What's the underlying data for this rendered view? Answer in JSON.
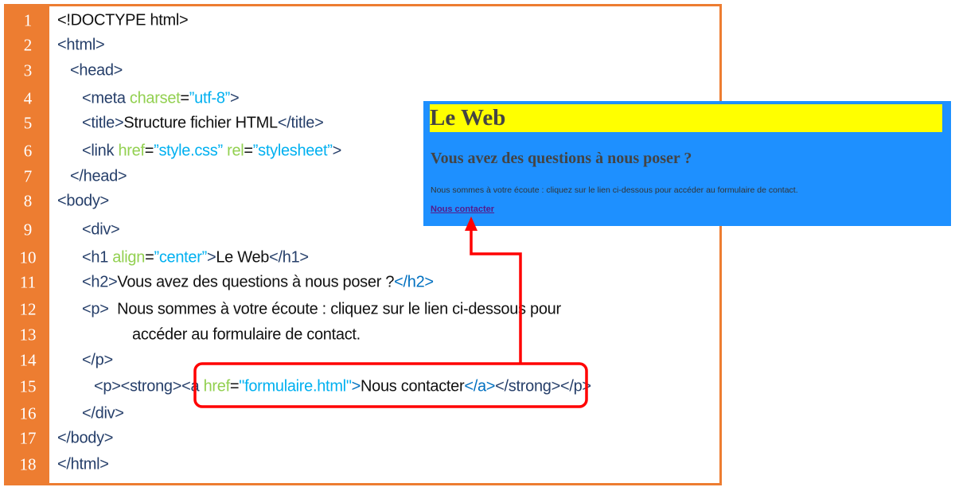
{
  "line_numbers": [
    "1",
    "2",
    "3",
    "4",
    "5",
    "6",
    "7",
    "8",
    "9",
    "10",
    "11",
    "12",
    "13",
    "14",
    "15",
    "16",
    "17",
    "18"
  ],
  "code_lines": [
    [
      [
        "<!DOCTYPE html>",
        "txt"
      ]
    ],
    [
      [
        "<html>",
        "tag"
      ]
    ],
    [
      [
        "<head>",
        "tag"
      ]
    ],
    [
      [
        "<meta ",
        "tag"
      ],
      [
        "charset",
        "attr"
      ],
      [
        "=",
        "txt"
      ],
      [
        "”utf-8”",
        "val"
      ],
      [
        ">",
        "tag"
      ]
    ],
    [
      [
        "<title>",
        "tag"
      ],
      [
        "Structure fichier HTML",
        "txt"
      ],
      [
        "</title>",
        "tag"
      ]
    ],
    [
      [
        "<link ",
        "tag"
      ],
      [
        "href",
        "attr"
      ],
      [
        "=",
        "txt"
      ],
      [
        "”style.css” ",
        "val"
      ],
      [
        "rel",
        "attr"
      ],
      [
        "=",
        "txt"
      ],
      [
        "”stylesheet”",
        "val"
      ],
      [
        ">",
        "tag"
      ]
    ],
    [
      [
        "</head>",
        "tag"
      ]
    ],
    [
      [
        "<body>",
        "tag"
      ]
    ],
    [
      [
        "<div>",
        "tag"
      ]
    ],
    [
      [
        "<h1 ",
        "tag"
      ],
      [
        "align",
        "attr"
      ],
      [
        "=",
        "txt"
      ],
      [
        "”center”",
        "val"
      ],
      [
        ">",
        "tag"
      ],
      [
        "Le Web",
        "txt"
      ],
      [
        "</h1>",
        "tag"
      ]
    ],
    [
      [
        "<h2>",
        "tag"
      ],
      [
        "Vous avez des questions à nous poser ?",
        "txt"
      ],
      [
        "</h2>",
        "ctag"
      ]
    ],
    [
      [
        "<p>",
        "tag"
      ],
      [
        "  Nous sommes à votre écoute : cliquez sur le lien ci-dessous pour",
        "txt"
      ]
    ],
    [
      [
        "accéder au formulaire de contact.",
        "txt"
      ]
    ],
    [
      [
        "</p>",
        "tag"
      ]
    ],
    [
      [
        "<p><strong>",
        "tag"
      ],
      [
        "<a ",
        "tag"
      ],
      [
        "href",
        "attr"
      ],
      [
        "=",
        "txt"
      ],
      [
        "\"formulaire.html\"",
        "val"
      ],
      [
        ">",
        "ctag"
      ],
      [
        "Nous contacter",
        "txt"
      ],
      [
        "</a>",
        "ctag"
      ],
      [
        "</strong></p>",
        "tag"
      ]
    ],
    [
      [
        "</div>",
        "tag"
      ]
    ],
    [
      [
        "</body>",
        "tag"
      ]
    ],
    [
      [
        "</html>",
        "tag"
      ]
    ]
  ],
  "preview": {
    "h1": "Le Web",
    "h2": "Vous avez des questions à nous poser ?",
    "p": "Nous sommes à votre écoute : cliquez sur le lien ci-dessous pour accéder au formulaire de contact.",
    "link": "Nous contacter"
  },
  "colors": {
    "frame": "#ed7d31",
    "highlight": "#ff0000",
    "preview_bg": "#1e90ff",
    "h1_bg": "#ffff00"
  }
}
